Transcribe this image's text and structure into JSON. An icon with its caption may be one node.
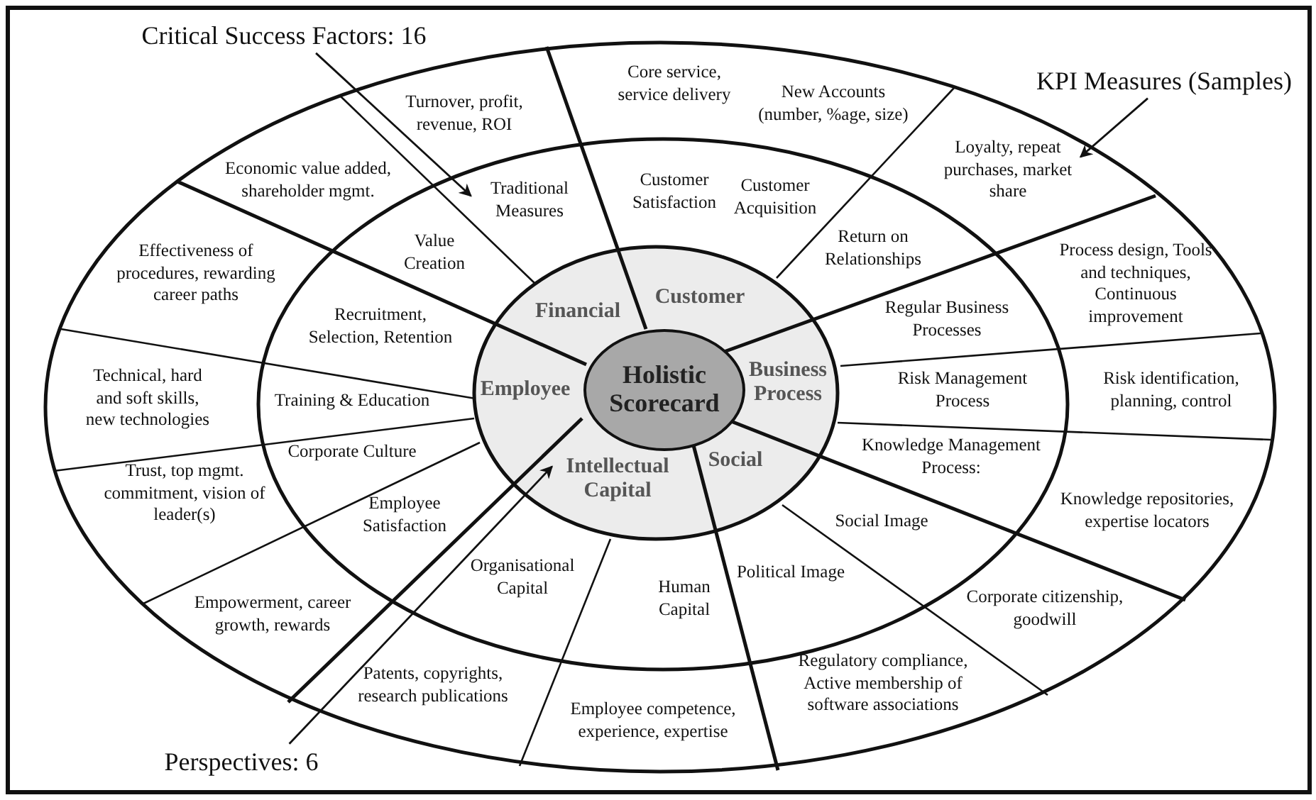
{
  "diagram": {
    "nodes": [
      {
        "text": [
          "Critical Success Factors: 16"
        ]
      },
      {
        "text": [
          "Traditional Measures"
        ]
      },
      {
        "text": [
          "KPI Measures (Samples)"
        ]
      },
      {
        "text": [
          "Loyalty, repeat purchases, market share"
        ]
      },
      {
        "text": [
          "Holistic Scorecard"
        ]
      },
      {
        "text": [
          "Intellectual Capital"
        ]
      },
      {
        "text": [
          "Perspectives: 6"
        ]
      }
    ],
    "edges": [
      {
        "from": 0,
        "to": 1,
        "arrow": "to"
      },
      {
        "from": 2,
        "to": 3,
        "arrow": "to"
      },
      {
        "from": 6,
        "to": 5,
        "arrow": "to"
      }
    ],
    "labels": [
      "Core service, service delivery",
      "New Accounts (number, %age, size)",
      "Turnover, profit, revenue, ROI",
      "Economic value added, shareholder mgmt.",
      "Customer Satisfaction",
      "Customer Acquisition",
      "Value Creation",
      "Return on Relationships",
      "Effectiveness of procedures, rewarding career paths",
      "Process design, Tools and techniques, Continuous improvement",
      "Financial",
      "Customer",
      "Recruitment, Selection, Retention",
      "Regular Business Processes",
      "Technical, hard and soft skills, new technologies",
      "Training & Education",
      "Employee",
      "Business Process",
      "Risk Management Process",
      "Risk identification, planning, control",
      "Corporate Culture",
      "Knowledge Management Process:",
      "Trust, top mgmt. commitment, vision of leader(s)",
      "Social",
      "Knowledge repositories, expertise locators",
      "Employee Satisfaction",
      "Social Image",
      "Organisational Capital",
      "Human Capital",
      "Political Image",
      "Corporate citizenship, goodwill",
      "Empowerment, career growth, rewards",
      "Patents, copyrights, research publications",
      "Employee competence, experience, expertise",
      "Regulatory compliance, Active membership of software associations"
    ]
  }
}
